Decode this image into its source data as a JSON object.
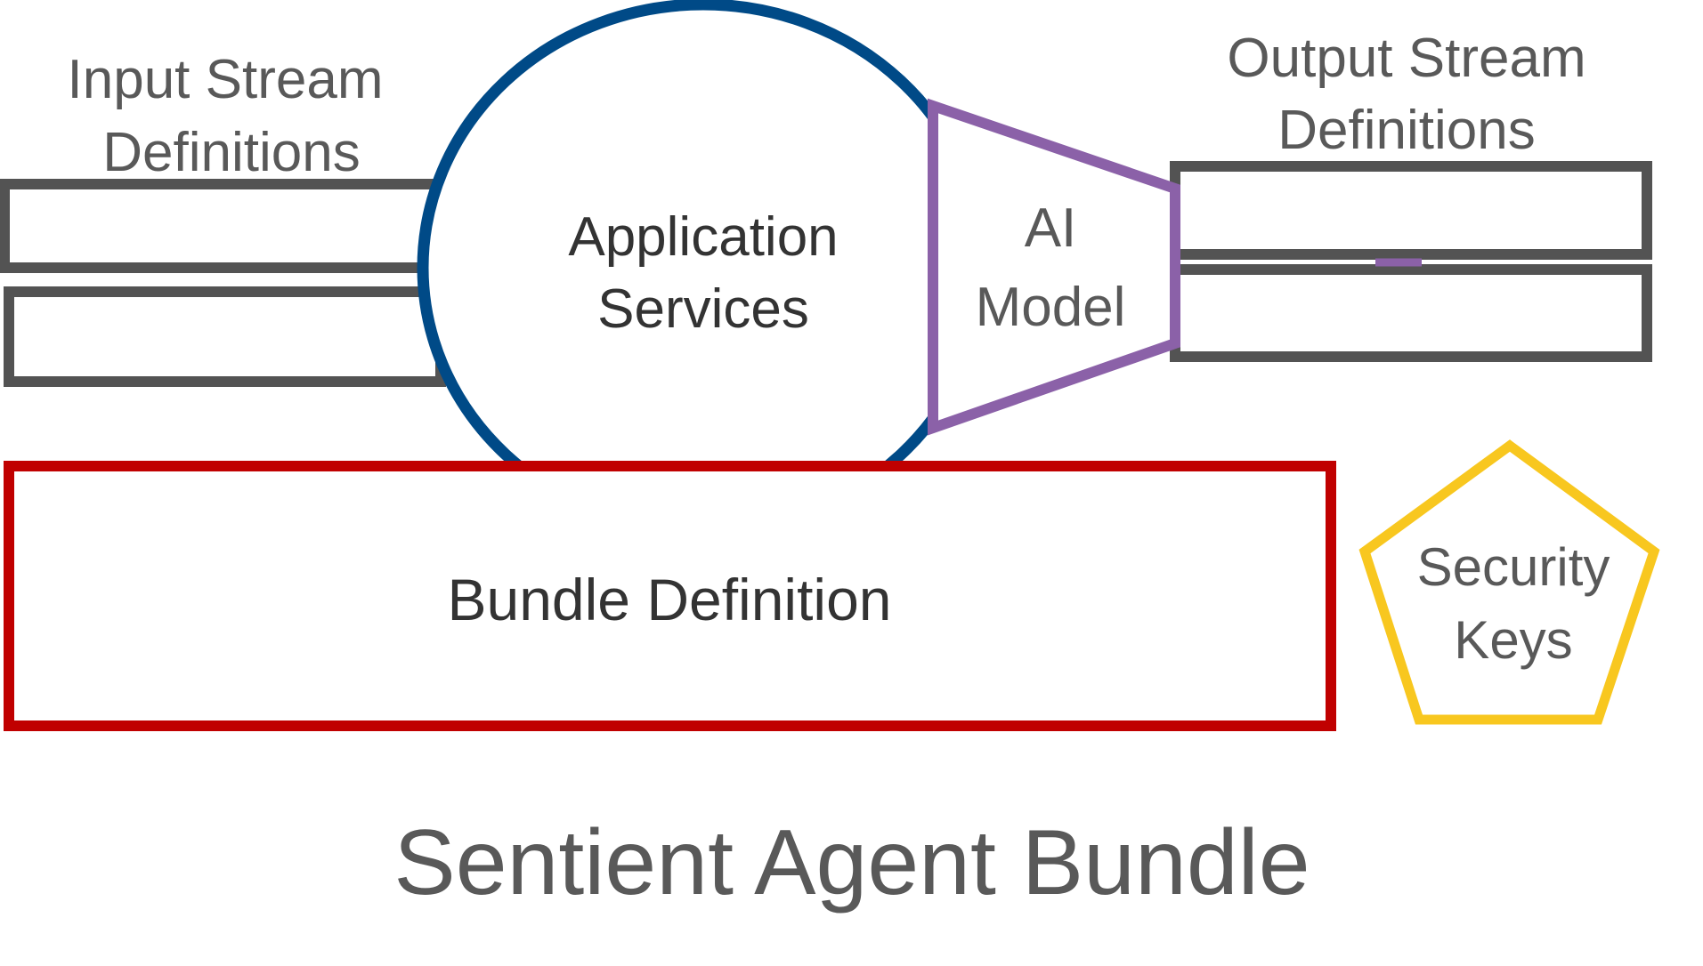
{
  "input_stream": {
    "label_line1": "Input Stream",
    "label_line2": "Definitions"
  },
  "application_services": {
    "label_line1": "Application",
    "label_line2": "Services"
  },
  "ai_model": {
    "label_line1": "AI",
    "label_line2": "Model"
  },
  "output_stream": {
    "label_line1": "Output Stream",
    "label_line2": "Definitions"
  },
  "bundle_definition": {
    "label": "Bundle Definition"
  },
  "security_keys": {
    "label_line1": "Security",
    "label_line2": "Keys"
  },
  "title": "Sentient Agent Bundle",
  "colors": {
    "stream_boxes": "#535353",
    "application_services": "#004A87",
    "ai_model": "#8B61A8",
    "bundle_definition": "#C00000",
    "security_keys": "#F8C71F",
    "text_gray": "#595959",
    "text_dark": "#333333"
  }
}
